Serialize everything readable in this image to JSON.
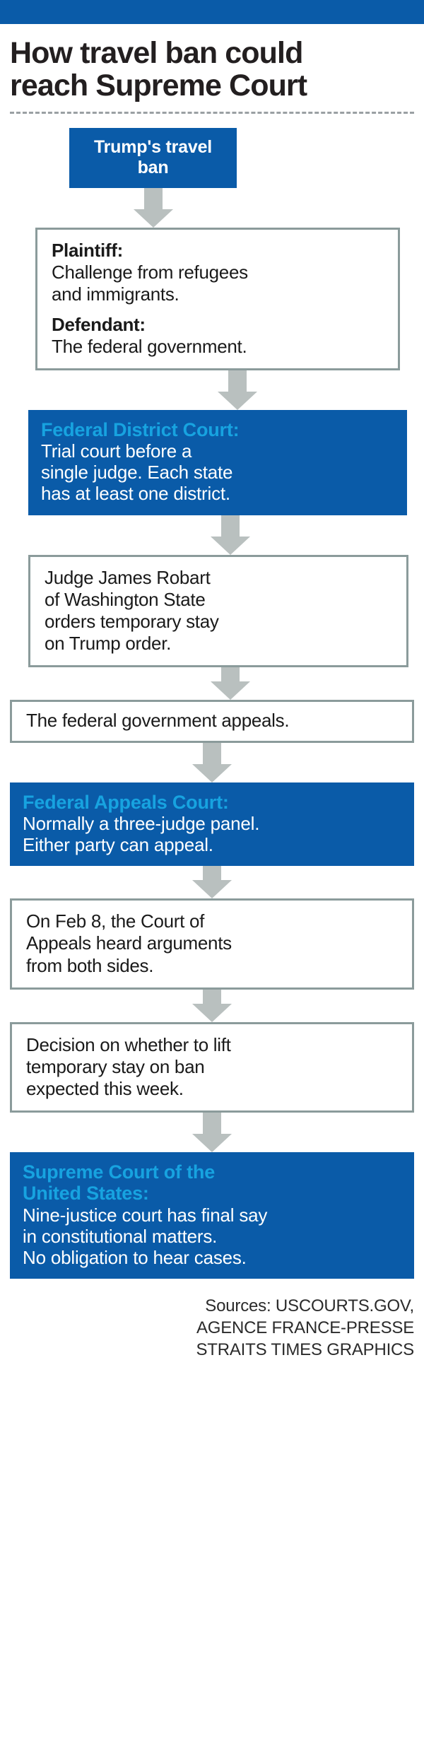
{
  "header": {
    "headline_line1": "How travel ban could",
    "headline_line2": "reach Supreme Court"
  },
  "colors": {
    "brand_blue": "#0a5ba8",
    "accent_cyan": "#17a3e0",
    "arrow_gray": "#b9c0bf",
    "box_border": "#8b9b9b",
    "text_dark": "#231f20"
  },
  "flow": {
    "title_box": {
      "label": "Trump's travel ban"
    },
    "parties_box": {
      "plaintiff_label": "Plaintiff:",
      "plaintiff_text_line1": "Challenge from refugees",
      "plaintiff_text_line2": "and immigrants.",
      "defendant_label": "Defendant:",
      "defendant_text": "The federal government."
    },
    "district_court_box": {
      "kicker": "Federal District Court:",
      "body_line1": "Trial court before a",
      "body_line2": "single judge. Each state",
      "body_line3": "has at least one district."
    },
    "robart_box": {
      "line1": "Judge James Robart",
      "line2": "of Washington State",
      "line3": "orders temporary stay",
      "line4": "on Trump order."
    },
    "appeals_filed_box": {
      "text": "The federal government appeals."
    },
    "appeals_court_box": {
      "kicker": "Federal Appeals Court:",
      "body_line1": "Normally a three-judge panel.",
      "body_line2": "Either party can appeal."
    },
    "hearing_box": {
      "line1": "On Feb 8, the Court of",
      "line2": "Appeals heard arguments",
      "line3": "from both sides."
    },
    "decision_box": {
      "line1": "Decision on whether to lift",
      "line2": "temporary stay on ban",
      "line3": "expected this week."
    },
    "supreme_court_box": {
      "kicker_line1": "Supreme Court of the",
      "kicker_line2": "United States:",
      "body_line1": "Nine-justice court has final say",
      "body_line2": "in constitutional matters.",
      "body_line3": "No obligation to hear cases."
    }
  },
  "sources": {
    "line1": "Sources: USCOURTS.GOV,",
    "line2": "AGENCE FRANCE-PRESSE",
    "line3": "STRAITS TIMES GRAPHICS"
  }
}
